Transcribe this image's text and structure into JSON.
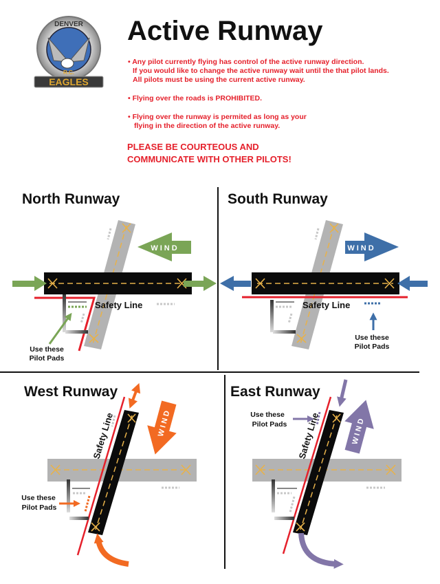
{
  "logo": {
    "top_text": "DENVER",
    "mid_text": "R.C.",
    "bottom_text": "EAGLES"
  },
  "header": {
    "title": "Active Runway",
    "rules": [
      "• Any pilot currently flying has control of the active runway direction.",
      "If you would like to change the active runway wait until the that pilot lands.",
      "All pilots must be using the current active runway.",
      "• Flying over the roads is PROHIBITED.",
      "• Flying over the runway is permited as long as your",
      "flying in the direction of the active runway."
    ],
    "courtesy": [
      "PLEASE BE COURTEOUS AND",
      "COMMUNICATE WITH OTHER PILOTS!"
    ]
  },
  "panels": {
    "north": {
      "title": "North Runway",
      "wind": "WIND",
      "safety": "Safety Line",
      "pads": [
        "Use these",
        "Pilot Pads"
      ]
    },
    "south": {
      "title": "South Runway",
      "wind": "WIND",
      "safety": "Safety Line",
      "pads": [
        "Use these",
        "Pilot Pads"
      ]
    },
    "west": {
      "title": "West Runway",
      "wind": "WIND",
      "safety": "Safety Line",
      "pads": [
        "Use these",
        "Pilot Pads"
      ]
    },
    "east": {
      "title": "East Runway",
      "wind": "WIND",
      "safety": "Safety Line",
      "pads": [
        "Use these",
        "Pilot Pads"
      ]
    }
  },
  "colors": {
    "north": "#7aa556",
    "south": "#3e6fa8",
    "west": "#f26a22",
    "east": "#8276a8",
    "safety_line": "#e5202b",
    "runway_centerline": "#e8b24a"
  }
}
